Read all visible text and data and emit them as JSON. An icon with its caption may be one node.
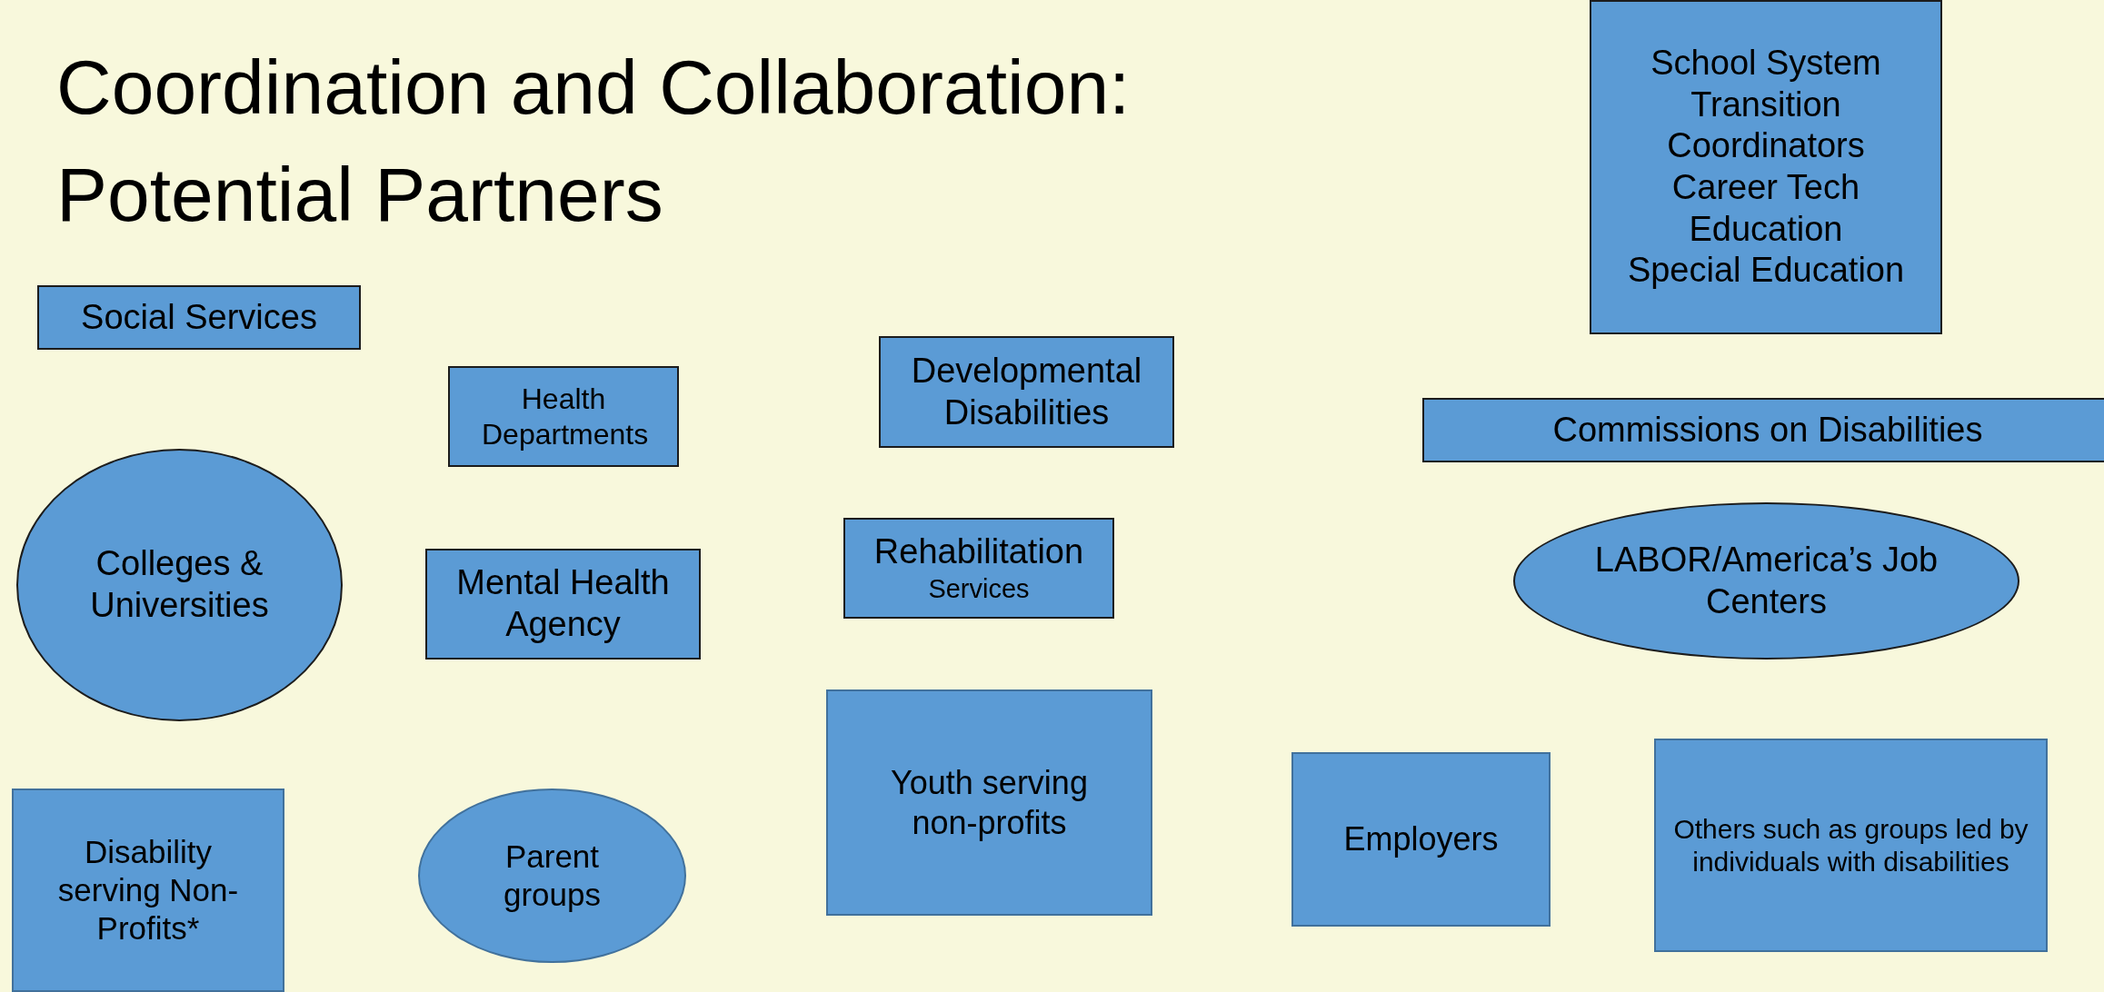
{
  "diagram": {
    "title": "Coordination and Collaboration: Potential Partners",
    "nodes": [
      {
        "text": [
          "School System Transition Coordinators",
          "Career Tech Education",
          "Special Education"
        ]
      },
      {
        "text": [
          "Social Services"
        ]
      },
      {
        "text": [
          "Health Departments"
        ]
      },
      {
        "text": [
          "Developmental Disabilities"
        ]
      },
      {
        "text": [
          "Commissions on Disabilities"
        ]
      },
      {
        "text": [
          "Colleges & Universities"
        ]
      },
      {
        "text": [
          "Mental Health Agency"
        ]
      },
      {
        "text": [
          "Rehabilitation",
          "Services"
        ]
      },
      {
        "text": [
          "LABOR/America’s Job Centers"
        ]
      },
      {
        "text": [
          "Youth serving non-profits"
        ]
      },
      {
        "text": [
          "Employers"
        ]
      },
      {
        "text": [
          "Others such as groups led by individuals with disabilities"
        ]
      },
      {
        "text": [
          "Disability serving Non-Profits*"
        ]
      },
      {
        "text": [
          "Parent groups"
        ]
      }
    ],
    "edges": []
  }
}
